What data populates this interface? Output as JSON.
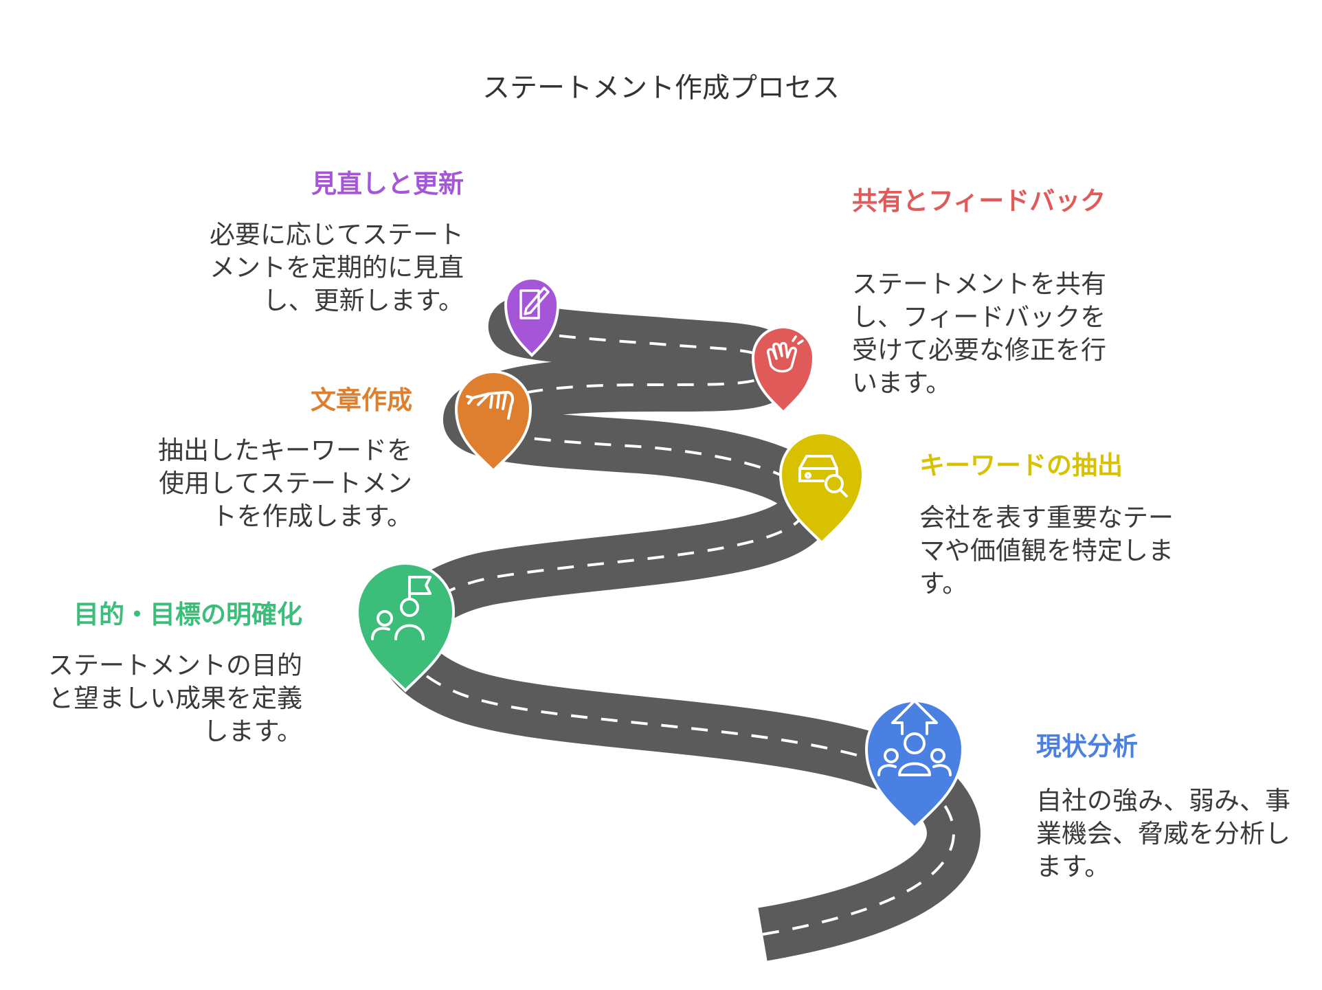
{
  "title": "ステートメント作成プロセス",
  "steps": [
    {
      "title": "現状分析",
      "desc": "自社の強み、弱み、事業機会、脅威を分析します。",
      "color": "#4a80e2",
      "icon": "growth-team-icon"
    },
    {
      "title": "目的・目標の明確化",
      "desc": "ステートメントの目的と望ましい成果を定義します。",
      "color": "#3cbd7a",
      "icon": "team-flag-icon"
    },
    {
      "title": "キーワードの抽出",
      "desc": "会社を表す重要なテーマや価値観を特定します。",
      "color": "#d8c100",
      "icon": "car-search-icon"
    },
    {
      "title": "文章作成",
      "desc": "抽出したキーワードを使用してステートメントを作成します。",
      "color": "#dd7f2f",
      "icon": "writing-hand-icon"
    },
    {
      "title": "共有とフィードバック",
      "desc": "ステートメントを共有し、フィードバックを受けて必要な修正を行います。",
      "color": "#e05a5a",
      "icon": "clapping-hands-icon"
    },
    {
      "title": "見直しと更新",
      "desc": "必要に応じてステートメントを定期的に見直し、更新します。",
      "color": "#a455d8",
      "icon": "edit-note-icon"
    }
  ]
}
